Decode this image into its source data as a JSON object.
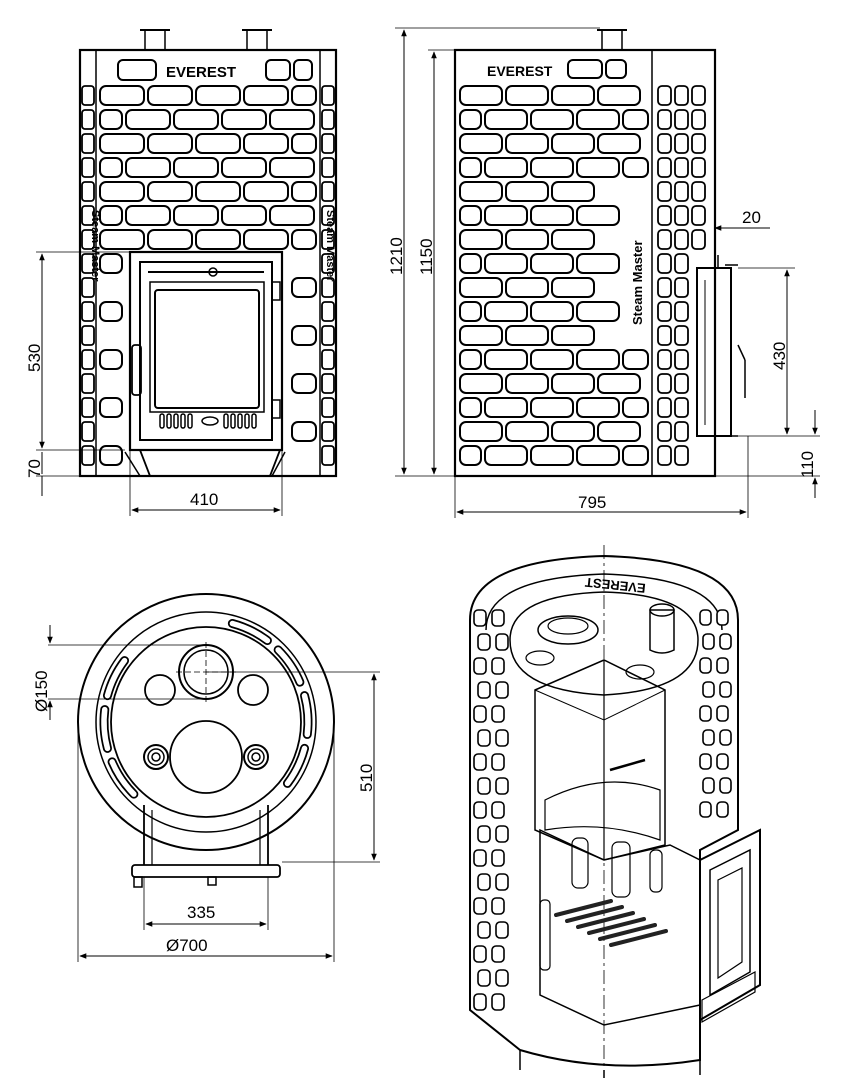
{
  "front_view": {
    "brand": "EVEREST",
    "side_text": "Steam Master",
    "dim_door_height": "530",
    "dim_ash_height": "70",
    "dim_door_width": "410"
  },
  "side_view": {
    "brand": "EVEREST",
    "side_text": "Steam Master",
    "dim_total_height": "1210",
    "dim_body_height": "1150",
    "dim_offset": "20",
    "dim_tank_height": "430",
    "dim_tank_bottom": "110",
    "dim_depth": "795"
  },
  "top_view": {
    "dim_flue_diameter": "Ø150",
    "dim_flue_offset": "510",
    "dim_base_width": "335",
    "dim_diameter": "Ø700"
  },
  "cutaway_view": {
    "brand": "EVEREST"
  },
  "colors": {
    "line": "#000000",
    "metal": "#a8a6a3",
    "metal_dark": "#7d7b78",
    "fire": "#c8651e"
  }
}
